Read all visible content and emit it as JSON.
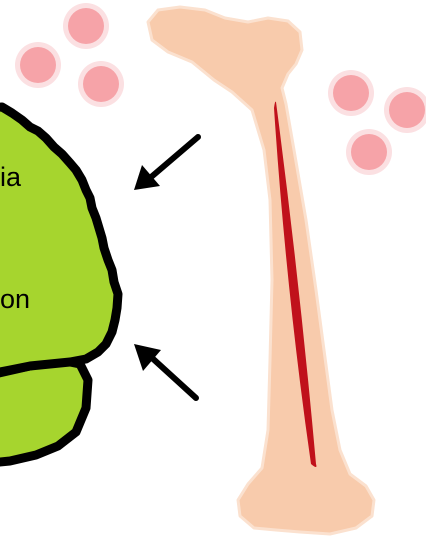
{
  "colors": {
    "organ_fill": "#a6d52e",
    "organ_stroke": "#000000",
    "bone_fill": "#f8cbac",
    "marrow": "#c0111b",
    "cell_fill": "#f6a3a8",
    "cell_nucleus": "#8bb2d4",
    "arrow": "#000000"
  },
  "organ": {
    "upper_label": "ia",
    "lower_label": "on"
  },
  "arrows": [
    {
      "name": "upper-arrow",
      "direction": "down-left"
    },
    {
      "name": "lower-arrow",
      "direction": "up-left"
    }
  ],
  "bone": {
    "part": "femur"
  },
  "cells": {
    "count": 6,
    "icon": "blood-cell-icon"
  }
}
